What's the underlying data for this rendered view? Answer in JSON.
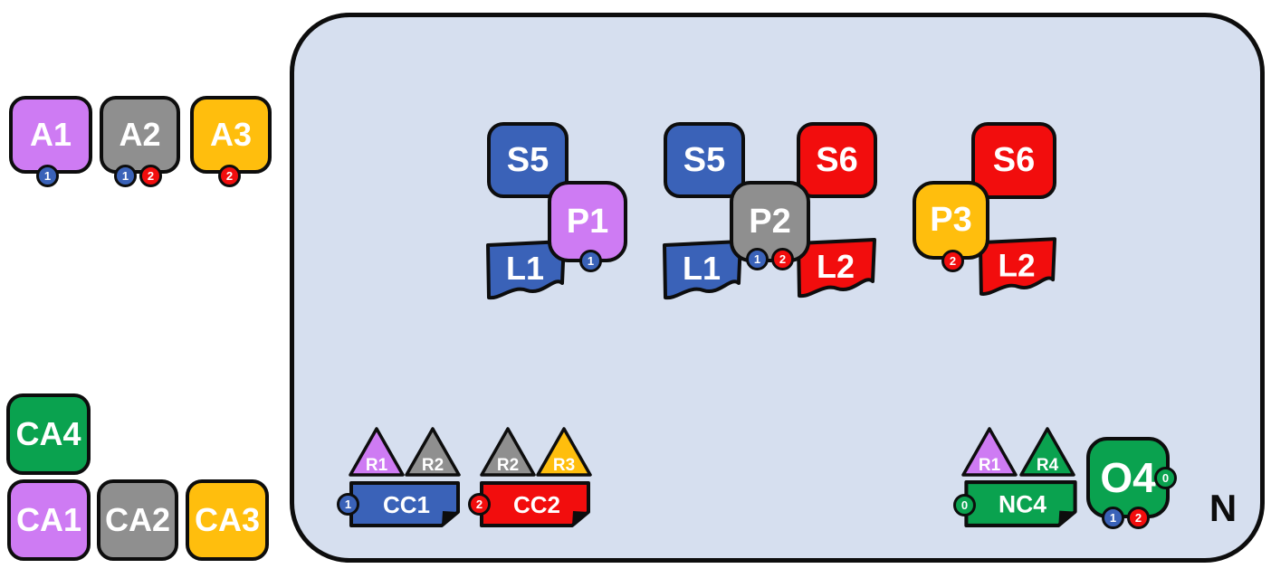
{
  "palette": {
    "purple": "#ce7bf3",
    "gray": "#8f8f8f",
    "orange": "#ffbe0d",
    "blue": "#3a62b8",
    "red": "#f20d0d",
    "green": "#0aa24f",
    "node_fill": "#d6dfef",
    "outline": "#0d0d0d",
    "badge_blue": "#3a62b8",
    "badge_red": "#f20d0d",
    "badge_green": "#0aa24f"
  },
  "outside": {
    "agents": [
      {
        "label": "A1",
        "color": "purple",
        "badges": [
          {
            "value": "1",
            "color": "blue"
          }
        ]
      },
      {
        "label": "A2",
        "color": "gray",
        "badges": [
          {
            "value": "1",
            "color": "blue"
          },
          {
            "value": "2",
            "color": "red"
          }
        ]
      },
      {
        "label": "A3",
        "color": "orange",
        "badges": [
          {
            "value": "2",
            "color": "red"
          }
        ]
      }
    ],
    "candidates": [
      {
        "label": "CA4",
        "color": "green"
      },
      {
        "label": "CA1",
        "color": "purple"
      },
      {
        "label": "CA2",
        "color": "gray"
      },
      {
        "label": "CA3",
        "color": "orange"
      }
    ]
  },
  "node": {
    "label": "N",
    "plan_groups": [
      {
        "plan": {
          "label": "P1",
          "color": "purple"
        },
        "skills": [
          {
            "label": "S5",
            "color": "blue"
          }
        ],
        "logs": [
          {
            "label": "L1",
            "color": "blue"
          }
        ],
        "badges": [
          {
            "value": "1",
            "color": "blue"
          }
        ]
      },
      {
        "plan": {
          "label": "P2",
          "color": "gray"
        },
        "skills": [
          {
            "label": "S5",
            "color": "blue"
          },
          {
            "label": "S6",
            "color": "red"
          }
        ],
        "logs": [
          {
            "label": "L1",
            "color": "blue"
          },
          {
            "label": "L2",
            "color": "red"
          }
        ],
        "badges": [
          {
            "value": "1",
            "color": "blue"
          },
          {
            "value": "2",
            "color": "red"
          }
        ]
      },
      {
        "plan": {
          "label": "P3",
          "color": "orange"
        },
        "skills": [
          {
            "label": "S6",
            "color": "red"
          }
        ],
        "logs": [
          {
            "label": "L2",
            "color": "red"
          }
        ],
        "badges": [
          {
            "value": "2",
            "color": "red"
          }
        ]
      }
    ],
    "contracts": [
      {
        "label": "CC1",
        "color": "blue",
        "badge": {
          "value": "1",
          "color": "blue"
        },
        "roles": [
          {
            "label": "R1",
            "color": "purple"
          },
          {
            "label": "R2",
            "color": "gray"
          }
        ]
      },
      {
        "label": "CC2",
        "color": "red",
        "badge": {
          "value": "2",
          "color": "red"
        },
        "roles": [
          {
            "label": "R2",
            "color": "gray"
          },
          {
            "label": "R3",
            "color": "orange"
          }
        ]
      },
      {
        "label": "NC4",
        "color": "green",
        "badge": {
          "value": "0",
          "color": "green"
        },
        "roles": [
          {
            "label": "R1",
            "color": "purple"
          },
          {
            "label": "R4",
            "color": "green"
          }
        ]
      }
    ],
    "output": {
      "label": "O4",
      "color": "green",
      "side_badge": {
        "value": "0",
        "color": "green"
      },
      "bottom_badges": [
        {
          "value": "1",
          "color": "blue"
        },
        {
          "value": "2",
          "color": "red"
        }
      ]
    }
  }
}
